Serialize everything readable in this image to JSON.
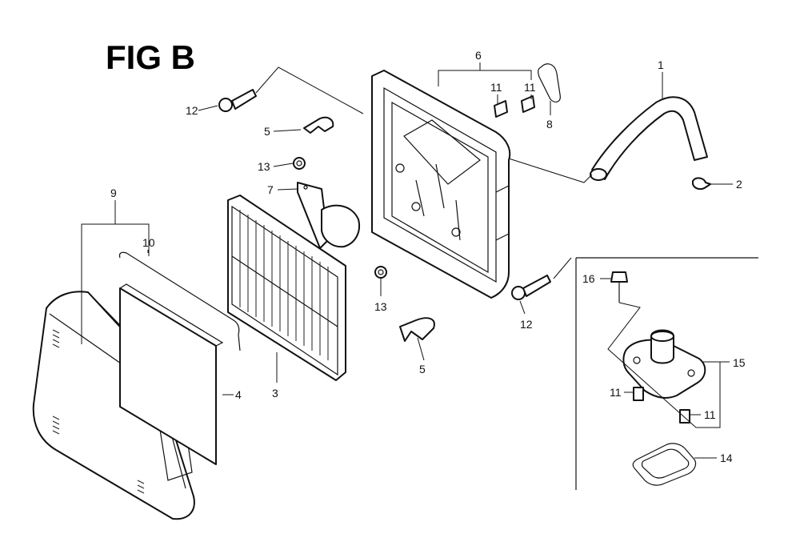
{
  "figure": {
    "title": "FIG B"
  },
  "callouts": {
    "c1": "1",
    "c2": "2",
    "c3": "3",
    "c4": "4",
    "c5a": "5",
    "c5b": "5",
    "c6": "6",
    "c7": "7",
    "c8": "8",
    "c9": "9",
    "c10": "10",
    "c11a": "11",
    "c11b": "11",
    "c11c": "11",
    "c11d": "11",
    "c12a": "12",
    "c12b": "12",
    "c13a": "13",
    "c13b": "13",
    "c14": "14",
    "c15": "15",
    "c16": "16"
  }
}
